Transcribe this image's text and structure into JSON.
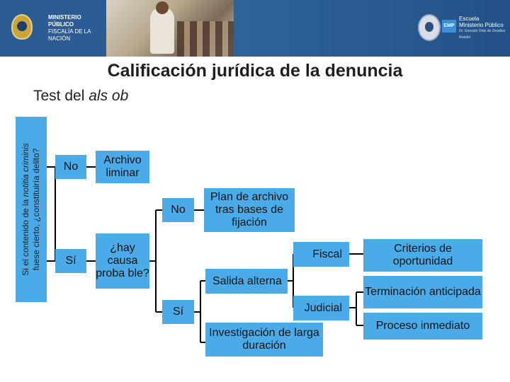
{
  "header": {
    "ministry_line1": "MINISTERIO PÚBLICO",
    "ministry_line2": "FISCALÍA DE LA NACIÓN",
    "emp_badge": "EMP",
    "school_line1": "Escuela",
    "school_line2": "Ministerio Público",
    "school_line3": "Dr. Gonzalo Ortiz de Zevallos Roedel"
  },
  "title": "Calificación jurídica de la denuncia",
  "subtitle_prefix": "Test del ",
  "subtitle_italic": "als ob",
  "side_label_line1_prefix": "Si el contenido de la ",
  "side_label_line1_italic": "notitia criminis",
  "side_label_line2": "fuese cierto, ¿constituiría delito?",
  "nodes": {
    "no_1": "No",
    "si_1": "Sí",
    "archivo_liminar": "Archivo liminar",
    "hay_causa": "¿hay causa proba ble?",
    "no_2": "No",
    "si_2": "Sí",
    "plan_archivo": "Plan de archivo tras bases de fijación",
    "fiscal": "Fiscal",
    "salida_alterna": "Salida alterna",
    "judicial": "Judicial",
    "investigacion": "Investigación de larga duración",
    "criterios": "Criterios de oportunidad",
    "terminacion": "Terminación anticipada",
    "proceso_inmediato": "Proceso inmediato"
  }
}
